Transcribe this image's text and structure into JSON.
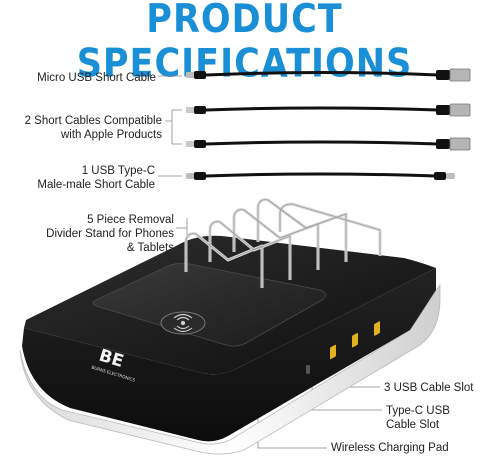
{
  "title": "PRODUCT SPECIFICATIONS",
  "labels": {
    "micro_usb": "Micro USB Short Cable",
    "apple_line1": "2 Short Cables Compatible",
    "apple_line2": "with Apple Products",
    "typec_line1": "1 USB Type-C",
    "typec_line2": "Male-male Short Cable",
    "divider_line1": "5 Piece Removal",
    "divider_line2": "Divider Stand for Phones",
    "divider_line3": "& Tablets",
    "usb_slot": "3 USB Cable Slot",
    "typec_slot_line1": "Type-C USB",
    "typec_slot_line2": "Cable Slot",
    "wireless_pad": "Wireless Charging Pad"
  },
  "logo": {
    "mark": "BE",
    "brand": "BURNS ELECTRONICS"
  },
  "colors": {
    "title": "#1a8fd6",
    "body": "#1b1b1b",
    "base": "#f2f2f2",
    "port": "#e3b21e"
  }
}
